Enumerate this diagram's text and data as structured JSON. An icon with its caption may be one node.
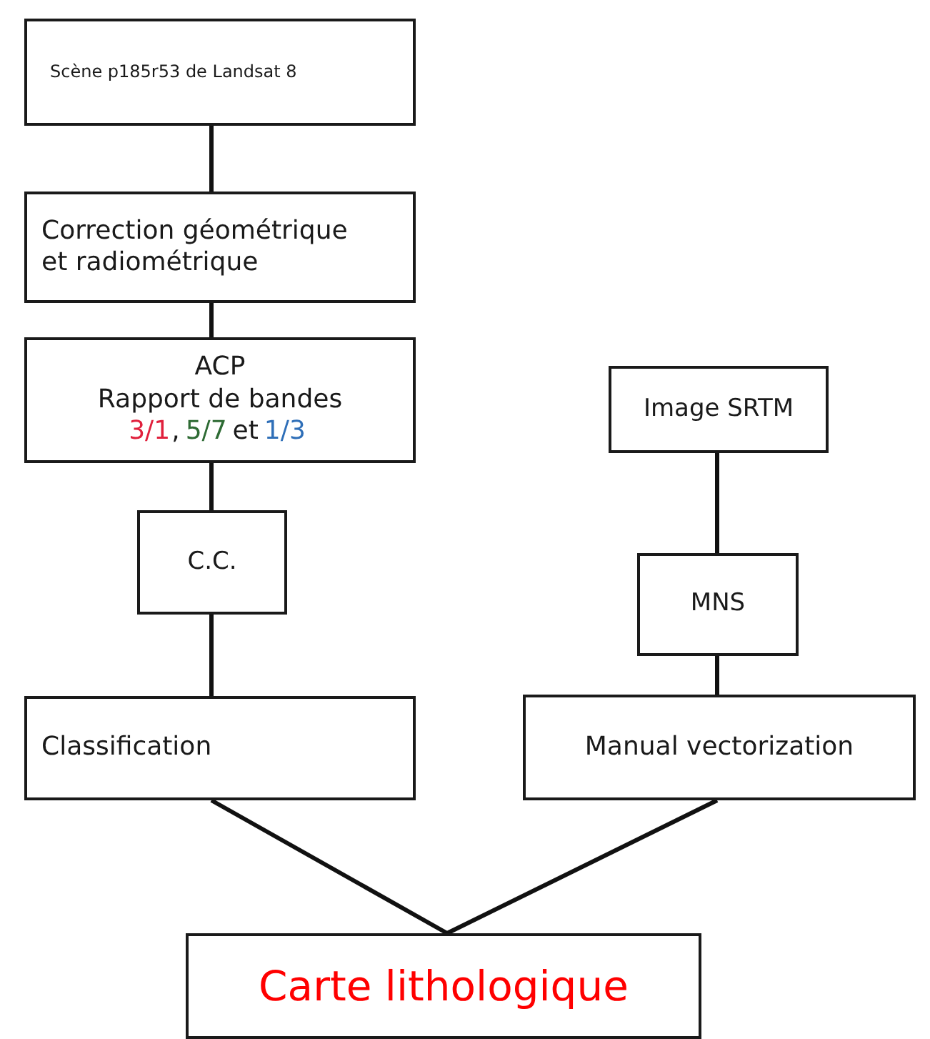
{
  "diagram": {
    "nodes": [
      {
        "text": [
          "Scène p185r53 de Landsat 8"
        ]
      },
      {
        "text": [
          "Correction géométrique et radiométrique"
        ]
      },
      {
        "text": [
          "ACP",
          "Rapport de bandes",
          "3/1",
          ",",
          "5/7",
          "et",
          "1/3"
        ]
      },
      {
        "text": [
          "C.C."
        ]
      },
      {
        "text": [
          "Classification"
        ]
      },
      {
        "text": [
          "Image SRTM"
        ]
      },
      {
        "text": [
          "MNS"
        ]
      },
      {
        "text": [
          "Manual vectorization"
        ]
      },
      {
        "text": [
          "Carte lithologique"
        ]
      }
    ],
    "edges": [
      {
        "from": 0,
        "to": 1,
        "arrow": "none"
      },
      {
        "from": 1,
        "to": 2,
        "arrow": "none"
      },
      {
        "from": 2,
        "to": 3,
        "arrow": "none"
      },
      {
        "from": 3,
        "to": 4,
        "arrow": "none"
      },
      {
        "from": 5,
        "to": 6,
        "arrow": "none"
      },
      {
        "from": 6,
        "to": 7,
        "arrow": "none"
      },
      {
        "from": 4,
        "to": 8,
        "arrow": "none"
      },
      {
        "from": 7,
        "to": 8,
        "arrow": "none"
      }
    ]
  }
}
